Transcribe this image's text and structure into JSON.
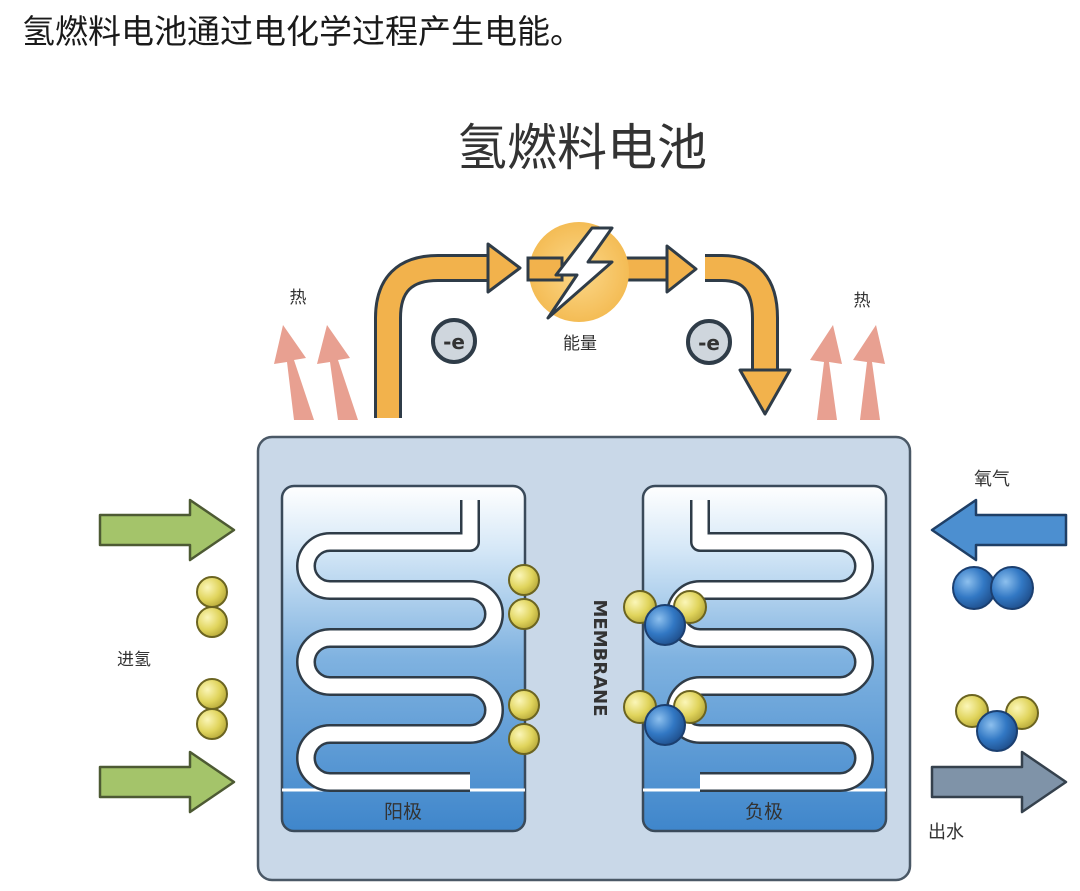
{
  "caption": "氢燃料电池通过电化学过程产生电能。",
  "diagram": {
    "title": "氢燃料电池",
    "labels": {
      "heat_left": "热",
      "heat_right": "热",
      "energy": "能量",
      "electron": "-e",
      "oxygen": "氧气",
      "hydrogen_in": "进氢",
      "water_out": "出水",
      "anode": "阳极",
      "cathode": "负极",
      "membrane": "MEMBRANE"
    },
    "colors": {
      "cell_body": "#c7d6e6",
      "electrode": "#4f94d4",
      "electron_arrow": "#f2b24c",
      "heat_arrow": "#e8a091",
      "hydrogen_arrow": "#a4c46a",
      "oxygen_arrow": "#4c8fd0",
      "water_arrow": "#7f93a8",
      "hydrogen_atom": "#e2d760",
      "oxygen_atom": "#2f72bf"
    },
    "icons": [
      "lightning-icon",
      "electron-icon",
      "heat-arrow-icon",
      "hydrogen-molecule-icon",
      "oxygen-molecule-icon",
      "water-molecule-icon"
    ]
  }
}
